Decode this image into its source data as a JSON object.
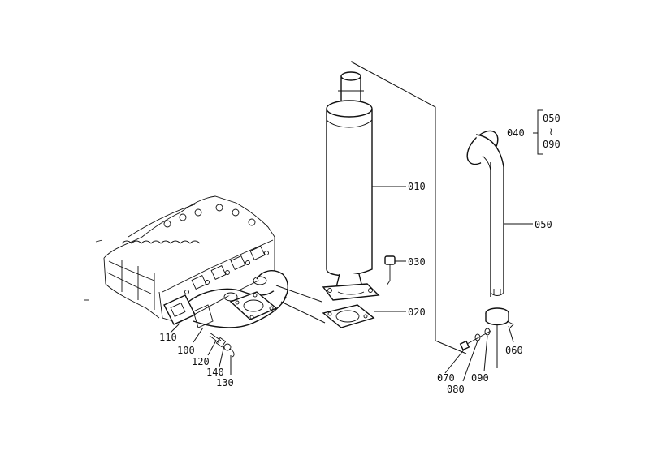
{
  "diagram": {
    "labels": {
      "p010": "010",
      "p020": "020",
      "p030": "030",
      "p040": "040",
      "p050a": "050",
      "p050b": "050",
      "p060": "060",
      "p070": "070",
      "p080": "080",
      "p090a": "090",
      "p090b": "090",
      "p100": "100",
      "p110": "110",
      "p120": "120",
      "p130": "130",
      "p140": "140",
      "range_sep": "≀"
    }
  }
}
